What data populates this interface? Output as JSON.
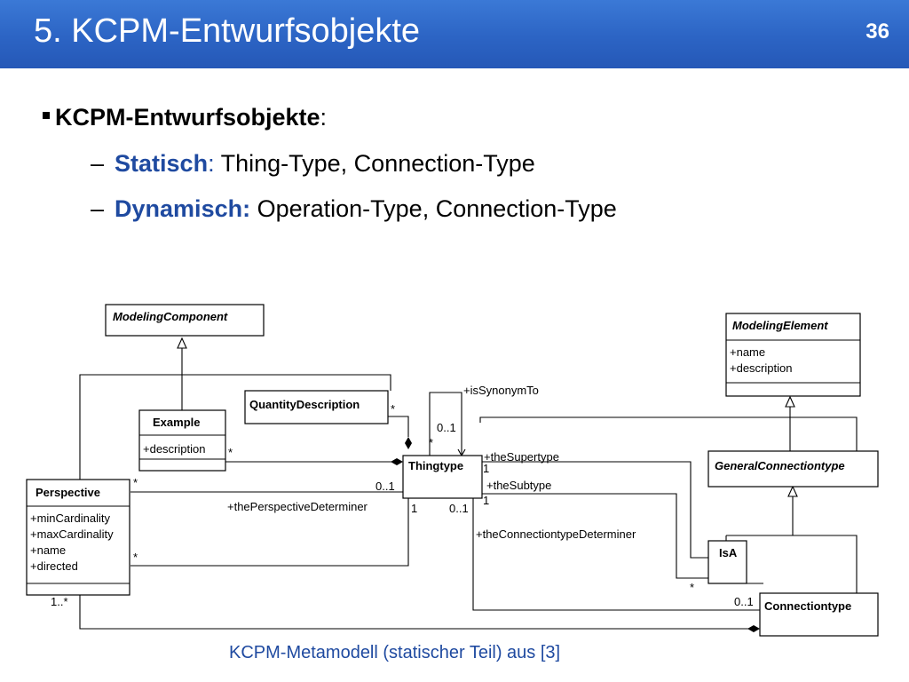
{
  "slide": {
    "title": "5. KCPM-Entwurfsobjekte",
    "page_number": "36"
  },
  "bullets": {
    "main": {
      "keyword": "KCPM-Entwurfsobjekte",
      "suffix": ":"
    },
    "static": {
      "dash": "–",
      "keyword": "Statisch",
      "colon": ":",
      "text": " Thing-Type, Connection-Type"
    },
    "dynamic": {
      "dash": "–",
      "keyword": "Dynamisch:",
      "text": " Operation-Type, Connection-Type"
    }
  },
  "diagram": {
    "classes": {
      "modeling_component": "ModelingComponent",
      "modeling_element": "ModelingElement",
      "modeling_element_attrs": [
        "+name",
        "+description"
      ],
      "example": "Example",
      "example_attrs": [
        "+description"
      ],
      "quantity_description": "QuantityDescription",
      "perspective": "Perspective",
      "perspective_attrs": [
        "+minCardinality",
        "+maxCardinality",
        "+name",
        "+directed"
      ],
      "thingtype": "Thingtype",
      "general_connectiontype": "GeneralConnectiontype",
      "isa": "IsA",
      "connectiontype": "Connectiontype"
    },
    "labels": {
      "is_synonym_to": "+isSynonymTo",
      "the_supertype": "+theSupertype",
      "the_subtype": "+theSubtype",
      "the_perspective_determiner": "+thePerspectiveDeterminer",
      "the_connectiontype_determiner": "+theConnectiontypeDeterminer"
    },
    "multiplicities": {
      "star": "*",
      "zero_one": "0..1",
      "one": "1",
      "one_star": "1..*"
    }
  },
  "caption": "KCPM-Metamodell (statischer Teil) aus [3]"
}
